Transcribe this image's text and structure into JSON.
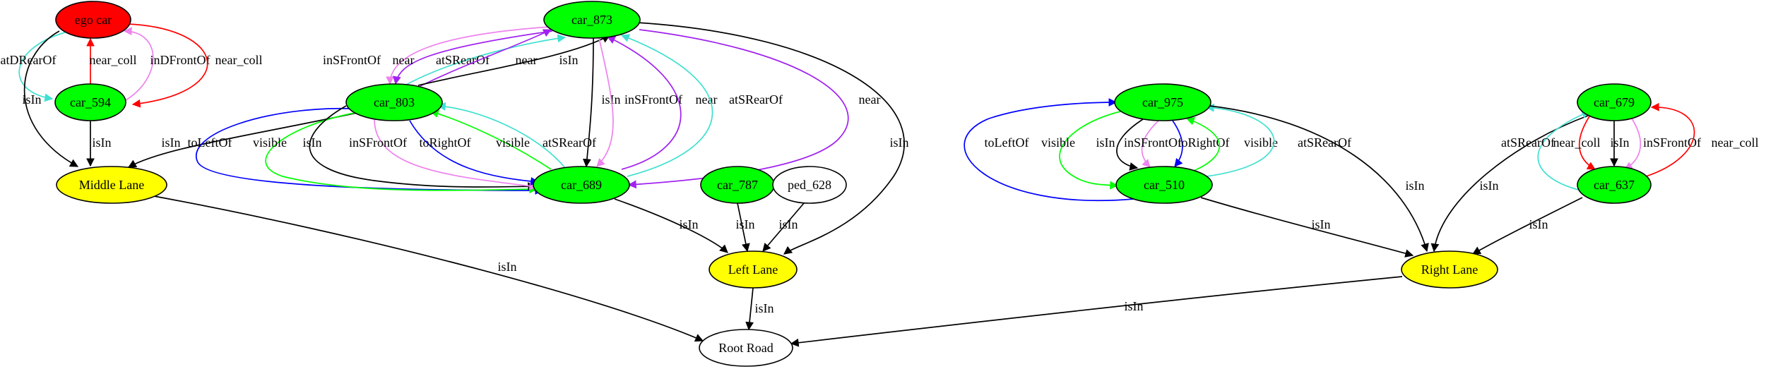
{
  "colors": {
    "ego": "#ff0000",
    "vehicle": "#00ff00",
    "lane": "#ffff00",
    "plain": "#ffffff",
    "isIn": "#000000",
    "near": "#a020f0",
    "near_coll": "#ff0000",
    "atSRearOf": "#40e0d0",
    "atDRearOf": "#40e0d0",
    "inSFrontOf": "#ee82ee",
    "inDFrontOf": "#ee82ee",
    "toLeftOf": "#0000ff",
    "toRightOf": "#0000ff",
    "visible": "#00ff00"
  },
  "nodes": [
    {
      "id": "ego",
      "label": "ego car",
      "kind": "ego"
    },
    {
      "id": "car_594",
      "label": "car_594",
      "kind": "vehicle"
    },
    {
      "id": "car_873",
      "label": "car_873",
      "kind": "vehicle"
    },
    {
      "id": "car_803",
      "label": "car_803",
      "kind": "vehicle"
    },
    {
      "id": "car_689",
      "label": "car_689",
      "kind": "vehicle"
    },
    {
      "id": "car_787",
      "label": "car_787",
      "kind": "vehicle"
    },
    {
      "id": "ped_628",
      "label": "ped_628",
      "kind": "plain"
    },
    {
      "id": "car_975",
      "label": "car_975",
      "kind": "vehicle"
    },
    {
      "id": "car_510",
      "label": "car_510",
      "kind": "vehicle"
    },
    {
      "id": "car_679",
      "label": "car_679",
      "kind": "vehicle"
    },
    {
      "id": "car_637",
      "label": "car_637",
      "kind": "vehicle"
    },
    {
      "id": "middle_lane",
      "label": "Middle Lane",
      "kind": "lane"
    },
    {
      "id": "left_lane",
      "label": "Left Lane",
      "kind": "lane"
    },
    {
      "id": "right_lane",
      "label": "Right Lane",
      "kind": "lane"
    },
    {
      "id": "root_road",
      "label": "Root Road",
      "kind": "plain"
    }
  ],
  "edges": [
    {
      "from": "ego",
      "to": "car_594",
      "label": "atDRearOf",
      "relation": "atDRearOf"
    },
    {
      "from": "ego",
      "to": "middle_lane",
      "label": "isIn",
      "relation": "isIn"
    },
    {
      "from": "car_594",
      "to": "ego",
      "label": "near_coll",
      "relation": "near_coll"
    },
    {
      "from": "car_594",
      "to": "ego",
      "label": "inDFrontOf",
      "relation": "inDFrontOf"
    },
    {
      "from": "ego",
      "to": "car_594",
      "label": "near_coll",
      "relation": "near_coll"
    },
    {
      "from": "car_594",
      "to": "middle_lane",
      "label": "isIn",
      "relation": "isIn"
    },
    {
      "from": "car_873",
      "to": "car_803",
      "label": "inSFrontOf",
      "relation": "inSFrontOf"
    },
    {
      "from": "car_873",
      "to": "car_803",
      "label": "near",
      "relation": "near"
    },
    {
      "from": "car_803",
      "to": "car_873",
      "label": "atSRearOf",
      "relation": "atSRearOf"
    },
    {
      "from": "car_803",
      "to": "car_873",
      "label": "near",
      "relation": "near"
    },
    {
      "from": "car_803",
      "to": "car_873",
      "label": "isIn",
      "relation": "isIn"
    },
    {
      "from": "car_803",
      "to": "middle_lane",
      "label": "isIn",
      "relation": "isIn"
    },
    {
      "from": "car_803",
      "to": "car_689",
      "label": "toLeftOf",
      "relation": "toLeftOf"
    },
    {
      "from": "car_803",
      "to": "car_689",
      "label": "visible",
      "relation": "visible"
    },
    {
      "from": "car_803",
      "to": "car_689",
      "label": "isIn",
      "relation": "isIn"
    },
    {
      "from": "car_803",
      "to": "car_689",
      "label": "inSFrontOf",
      "relation": "inSFrontOf"
    },
    {
      "from": "car_803",
      "to": "car_689",
      "label": "toRightOf",
      "relation": "toRightOf"
    },
    {
      "from": "car_689",
      "to": "car_803",
      "label": "visible",
      "relation": "visible"
    },
    {
      "from": "car_689",
      "to": "car_803",
      "label": "atSRearOf",
      "relation": "atSRearOf"
    },
    {
      "from": "car_873",
      "to": "car_689",
      "label": "isIn",
      "relation": "isIn"
    },
    {
      "from": "car_873",
      "to": "car_689",
      "label": "inSFrontOf",
      "relation": "inSFrontOf"
    },
    {
      "from": "car_689",
      "to": "car_873",
      "label": "near",
      "relation": "near"
    },
    {
      "from": "car_689",
      "to": "car_873",
      "label": "atSRearOf",
      "relation": "atSRearOf"
    },
    {
      "from": "car_873",
      "to": "car_689",
      "label": "near",
      "relation": "near"
    },
    {
      "from": "car_873",
      "to": "left_lane",
      "label": "isIn",
      "relation": "isIn"
    },
    {
      "from": "car_689",
      "to": "left_lane",
      "label": "isIn",
      "relation": "isIn"
    },
    {
      "from": "car_787",
      "to": "left_lane",
      "label": "isIn",
      "relation": "isIn"
    },
    {
      "from": "ped_628",
      "to": "left_lane",
      "label": "isIn",
      "relation": "isIn"
    },
    {
      "from": "middle_lane",
      "to": "root_road",
      "label": "isIn",
      "relation": "isIn"
    },
    {
      "from": "left_lane",
      "to": "root_road",
      "label": "isIn",
      "relation": "isIn"
    },
    {
      "from": "right_lane",
      "to": "root_road",
      "label": "isIn",
      "relation": "isIn"
    },
    {
      "from": "car_510",
      "to": "car_975",
      "label": "toLeftOf",
      "relation": "toLeftOf"
    },
    {
      "from": "car_975",
      "to": "car_510",
      "label": "visible",
      "relation": "visible"
    },
    {
      "from": "car_975",
      "to": "car_510",
      "label": "isIn",
      "relation": "isIn"
    },
    {
      "from": "car_975",
      "to": "car_510",
      "label": "inSFrontOf",
      "relation": "inSFrontOf"
    },
    {
      "from": "car_975",
      "to": "car_510",
      "label": "toRightOf",
      "relation": "toRightOf"
    },
    {
      "from": "car_510",
      "to": "car_975",
      "label": "visible",
      "relation": "visible"
    },
    {
      "from": "car_510",
      "to": "car_975",
      "label": "atSRearOf",
      "relation": "atSRearOf"
    },
    {
      "from": "car_975",
      "to": "right_lane",
      "label": "isIn",
      "relation": "isIn"
    },
    {
      "from": "car_510",
      "to": "right_lane",
      "label": "isIn",
      "relation": "isIn"
    },
    {
      "from": "car_679",
      "to": "right_lane",
      "label": "isIn",
      "relation": "isIn"
    },
    {
      "from": "car_637",
      "to": "car_679",
      "label": "atSRearOf",
      "relation": "atSRearOf"
    },
    {
      "from": "car_679",
      "to": "car_637",
      "label": "near_coll",
      "relation": "near_coll"
    },
    {
      "from": "car_679",
      "to": "car_637",
      "label": "isIn",
      "relation": "isIn"
    },
    {
      "from": "car_679",
      "to": "car_637",
      "label": "inSFrontOf",
      "relation": "inSFrontOf"
    },
    {
      "from": "car_637",
      "to": "car_679",
      "label": "near_coll",
      "relation": "near_coll"
    },
    {
      "from": "car_637",
      "to": "right_lane",
      "label": "isIn",
      "relation": "isIn"
    }
  ]
}
